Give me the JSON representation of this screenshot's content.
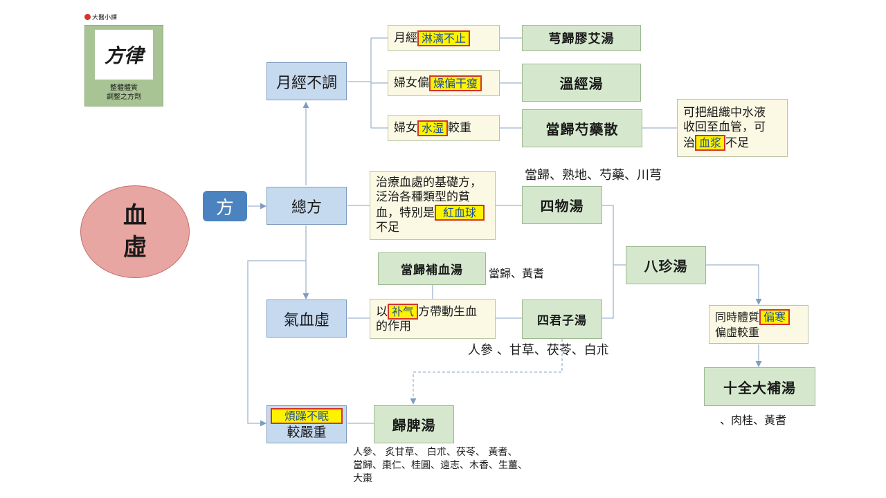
{
  "logo": {
    "top_text": "大醫小課",
    "mark_text": "方律",
    "caption_line1": "整體體質",
    "caption_line2": "調整之方劑"
  },
  "main": {
    "title_line1": "血",
    "title_line2": "虛",
    "fang_label": "方"
  },
  "categories": {
    "menstrual": "月經不調",
    "general": "總方",
    "qi_blood": "氣血虛",
    "severe": "較嚴重",
    "severe_highlight": "煩躁不眠"
  },
  "notes": {
    "menstrual_1_pre": "月經",
    "menstrual_1_hl": "淋漓不止",
    "menstrual_2_pre": "婦女偏",
    "menstrual_2_hl": "燥偏干瘦",
    "menstrual_3_pre": "婦女",
    "menstrual_3_hl": "水湿",
    "menstrual_3_post": "較重",
    "water_line1": "可把組織中水液",
    "water_line2": "收回至血管，可",
    "water_pre": "治",
    "water_hl": "血浆",
    "water_post": "不足",
    "siwu_line1": "治療血處的基礎方，",
    "siwu_line2": "泛治各種類型的貧",
    "siwu_pre": "血，特別是",
    "siwu_hl": "紅血球",
    "siwu_line4": "不足",
    "qi_pre": "以",
    "qi_hl": "补气",
    "qi_post": "方帶動生血",
    "qi_line2": "的作用",
    "bazhen_pre": "同時體質",
    "bazhen_hl": "偏寒",
    "bazhen_line2": "偏虛較重"
  },
  "formulas": {
    "xiongui": "芎歸膠艾湯",
    "wenjing": "溫經湯",
    "danggui_shaoyao": "當歸芍藥散",
    "siwu": "四物湯",
    "buxue": "當歸補血湯",
    "sijunzi": "四君子湯",
    "bazhen": "八珍湯",
    "shiquan": "十全大補湯",
    "guipi": "歸脾湯"
  },
  "ingredients": {
    "siwu": "當歸、熟地、芍藥、川芎",
    "buxue": "當歸、黃耆",
    "sijunzi": "人參 、甘草、茯苓、白朮",
    "shiquan": "、肉桂、黃耆",
    "guipi_line1": "人參、 炙甘草、 白朮、茯苓、 黃耆、",
    "guipi_line2": "當歸、棗仁、桂圓、遠志、木香、生薑、",
    "guipi_line3": "大棗"
  },
  "colors": {
    "blue_fill": "#c5d9ef",
    "green_fill": "#d5e8cd",
    "note_fill": "#fbf9e3",
    "circle_fill": "#e8a6a2",
    "highlight": "#fff200",
    "highlight_border": "#d4342a",
    "connector": "#8ea9c8"
  }
}
